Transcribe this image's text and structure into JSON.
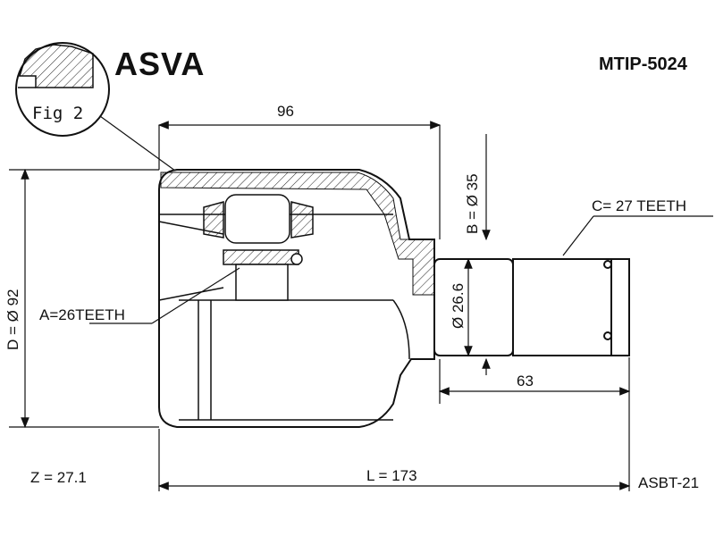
{
  "header": {
    "brand": "ASVA",
    "part_number": "MTIP-5024"
  },
  "figure_label": "Fig 2",
  "dimensions": {
    "width_outer": "96",
    "diameter_outer": "D = Ø 92",
    "shaft_b": "B = Ø 35",
    "shaft_inner": "Ø 26.6",
    "length_spline": "63",
    "length_total": "L = 173"
  },
  "annotations": {
    "spline_a": "A=26TEETH",
    "spline_c": "C= 27 TEETH",
    "z_value": "Z = 27.1",
    "boot_ref": "ASBT-21"
  }
}
